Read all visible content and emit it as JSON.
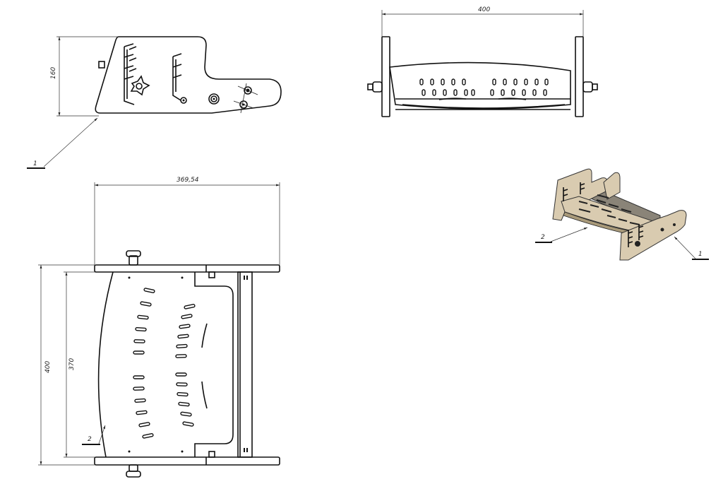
{
  "drawing": {
    "side_view": {
      "height_dim": "160",
      "callout": "1"
    },
    "top_view": {
      "width_dim": "400"
    },
    "front_view": {
      "width_dim": "369,54",
      "outer_height_dim": "400",
      "inner_height_dim": "370",
      "callout": "2"
    },
    "iso_view": {
      "callout_tray": "2",
      "callout_side": "1"
    }
  }
}
